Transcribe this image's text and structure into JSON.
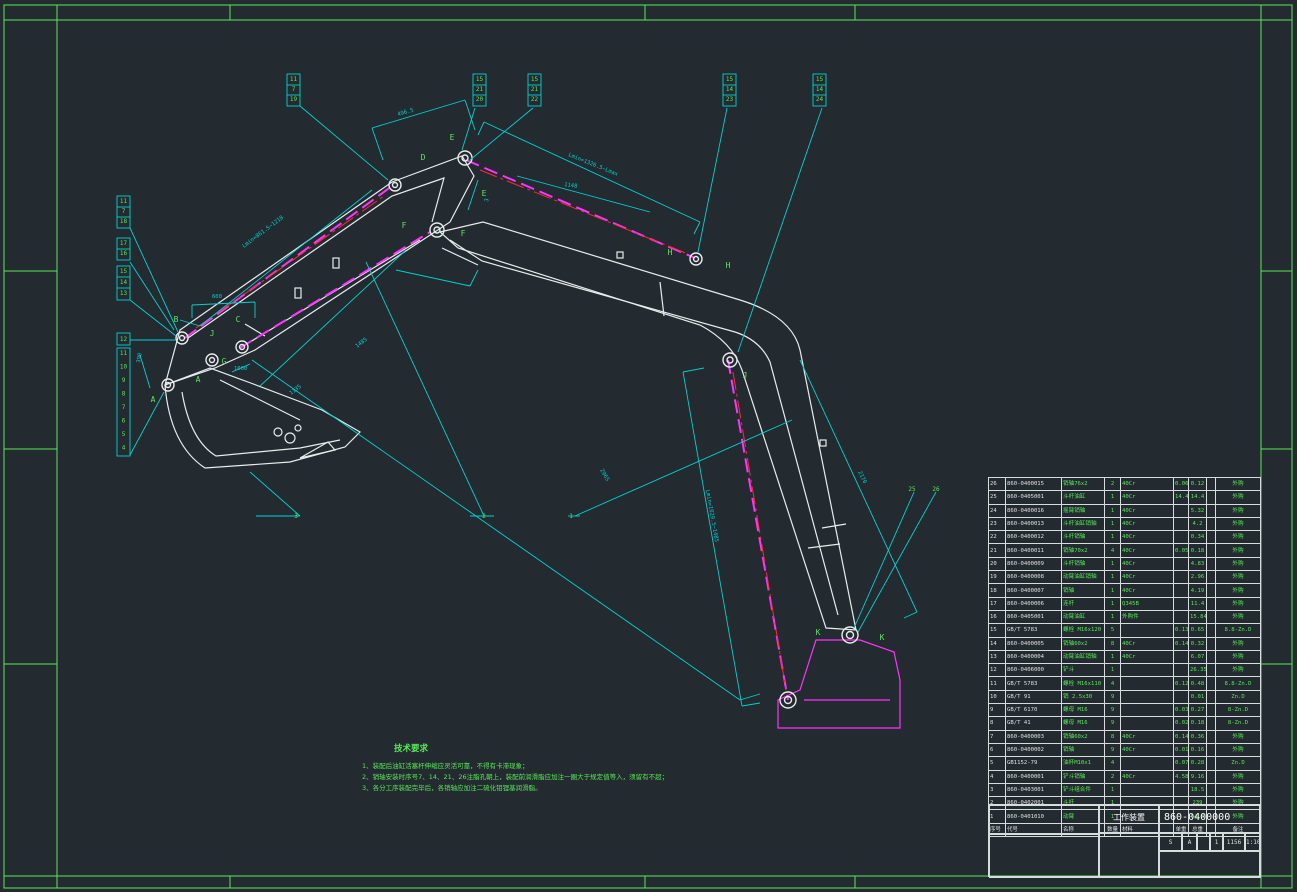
{
  "drawing": {
    "colors": {
      "background": "#232a30",
      "frame": "#58e858",
      "outline": "#e8ecec",
      "leader": "#00d2d2",
      "dimension": "#00d2d2",
      "cylinder": "#ff33ff",
      "centerline": "#ff2b2b",
      "label": "#58e858"
    },
    "balloons": [
      {
        "nums": [
          "11",
          "7",
          "19"
        ]
      },
      {
        "nums": [
          "15",
          "21",
          "20"
        ]
      },
      {
        "nums": [
          "15",
          "21",
          "22"
        ]
      },
      {
        "nums": [
          "15",
          "14",
          "23"
        ]
      },
      {
        "nums": [
          "15",
          "14",
          "24"
        ]
      },
      {
        "nums": [
          "11",
          "7",
          "18"
        ]
      },
      {
        "nums": [
          "17",
          "16"
        ]
      },
      {
        "nums": [
          "15",
          "14",
          "13"
        ]
      },
      {
        "nums": [
          "12"
        ]
      },
      {
        "nums": [
          "11",
          "10",
          "9",
          "8",
          "7",
          "6",
          "5",
          "4"
        ]
      },
      {
        "nums": [
          "3"
        ]
      },
      {
        "nums": [
          "2"
        ]
      },
      {
        "nums": [
          "1"
        ]
      },
      {
        "nums": [
          "25"
        ]
      },
      {
        "nums": [
          "26"
        ]
      }
    ],
    "point_labels": [
      "A",
      "A",
      "B",
      "C",
      "D",
      "E",
      "E",
      "F",
      "F",
      "G",
      "H",
      "H",
      "J",
      "J",
      "K",
      "K"
    ],
    "dimensions": {
      "d1": "496.5",
      "d2": "Lmin=1326.5~Lmax",
      "d3": "1148",
      "d4": "Lmin=861.5~1218",
      "d5": "600",
      "d6": "1485",
      "d7": "1135",
      "d8": "390",
      "d9": "1000",
      "d10": "2965",
      "d11": "Lmin=1029.5~1485",
      "d12": "2170",
      "d13": "3"
    }
  },
  "notes": {
    "title": "技术要求",
    "lines": [
      "1、装配后油缸活塞杆伸缩应灵活可靠，不得有卡滞现象；",
      "2、销轴安装时序号7、14、21、26注脂孔朝上，装配前润滑脂应加注一圈大于规定值等入，须留有不超；",
      "3、各分工序装配完毕后，各销轴应加注二硫化钼锂基润滑脂。"
    ]
  },
  "bom": {
    "rows": [
      [
        "26",
        "860-0400015",
        "销轴76x2",
        "2",
        "40Cr",
        "0.06",
        "0.12",
        "",
        "外购"
      ],
      [
        "25",
        "860-0405001",
        "斗杆油缸",
        "1",
        "40Cr",
        "14.4",
        "14.4",
        "",
        "外购"
      ],
      [
        "24",
        "860-0400016",
        "摇臂销轴",
        "1",
        "40Cr",
        "",
        "5.32",
        "",
        "外购"
      ],
      [
        "23",
        "860-0400013",
        "斗杆油缸销轴",
        "1",
        "40Cr",
        "",
        "4.2",
        "",
        "外购"
      ],
      [
        "22",
        "860-0400012",
        "斗杆销轴",
        "1",
        "40Cr",
        "",
        "0.34",
        "",
        "外购"
      ],
      [
        "21",
        "860-0400011",
        "销轴70x2",
        "4",
        "40Cr",
        "0.05",
        "0.18",
        "",
        "外购"
      ],
      [
        "20",
        "860-0400009",
        "斗杆销轴",
        "1",
        "40Cr",
        "",
        "4.83",
        "",
        "外购"
      ],
      [
        "19",
        "860-0400008",
        "动臂油缸销轴",
        "1",
        "40Cr",
        "",
        "2.96",
        "",
        "外购"
      ],
      [
        "18",
        "860-0400007",
        "销轴",
        "1",
        "40Cr",
        "",
        "4.19",
        "",
        "外购"
      ],
      [
        "17",
        "860-0400006",
        "连杆",
        "1",
        "Q345B",
        "",
        "11.4",
        "",
        "外购"
      ],
      [
        "16",
        "860-0405001",
        "动臂油缸",
        "1",
        "外购件",
        "",
        "15.84",
        "",
        "外购"
      ],
      [
        "15",
        "GB/T 5783",
        "螺栓 M16x120",
        "5",
        "",
        "0.13",
        "0.65",
        "",
        "8.8-Zn.D"
      ],
      [
        "14",
        "860-0400005",
        "销轴60x2",
        "8",
        "40Cr",
        "0.14",
        "0.32",
        "",
        "外购"
      ],
      [
        "13",
        "860-0400004",
        "动臂油缸销轴",
        "1",
        "40Cr",
        "",
        "6.07",
        "",
        "外购"
      ],
      [
        "12",
        "860-0406000",
        "铲斗",
        "1",
        "",
        "",
        "26.35",
        "",
        "外购"
      ],
      [
        "11",
        "GB/T 5783",
        "螺栓 M16x110",
        "4",
        "",
        "0.12",
        "0.48",
        "",
        "8.8-Zn.D"
      ],
      [
        "10",
        "GB/T 91",
        "销 2.5x30",
        "9",
        "",
        "",
        "0.01",
        "",
        "Zn.D"
      ],
      [
        "9",
        "GB/T 6170",
        "螺母 M16",
        "9",
        "",
        "0.03",
        "0.27",
        "",
        "8-Zn.D"
      ],
      [
        "8",
        "GB/T 41",
        "螺母 M16",
        "9",
        "",
        "0.02",
        "0.18",
        "",
        "8-Zn.D"
      ],
      [
        "7",
        "860-0400003",
        "销轴60x2",
        "8",
        "40Cr",
        "0.14",
        "0.36",
        "",
        "外购"
      ],
      [
        "6",
        "860-0400002",
        "销轴",
        "9",
        "40Cr",
        "0.01",
        "0.16",
        "",
        "外购"
      ],
      [
        "5",
        "GB1152-79",
        "油杯M10x1",
        "4",
        "",
        "0.07",
        "0.28",
        "",
        "Zn.D"
      ],
      [
        "4",
        "860-0400001",
        "铲斗销轴",
        "2",
        "40Cr",
        "4.58",
        "9.16",
        "",
        "外购"
      ],
      [
        "3",
        "860-0403001",
        "铲斗组合件",
        "1",
        "",
        "",
        "18.5",
        "",
        "外购"
      ],
      [
        "2",
        "860-0402001",
        "斗杆",
        "1",
        "",
        "",
        "239",
        "",
        "外购"
      ],
      [
        "1",
        "860-0401010",
        "动臂",
        "1",
        "",
        "",
        "54.8",
        "",
        "外购"
      ]
    ],
    "header": [
      "序号",
      "代号",
      "名称",
      "数量",
      "材料",
      "单重",
      "总重",
      "",
      "备注"
    ]
  },
  "title_block": {
    "name": "工作装置",
    "code": "860-0400000",
    "stage": "S",
    "grade": "A",
    "sheet": "1",
    "weight": "1156",
    "scale": "1:10"
  }
}
